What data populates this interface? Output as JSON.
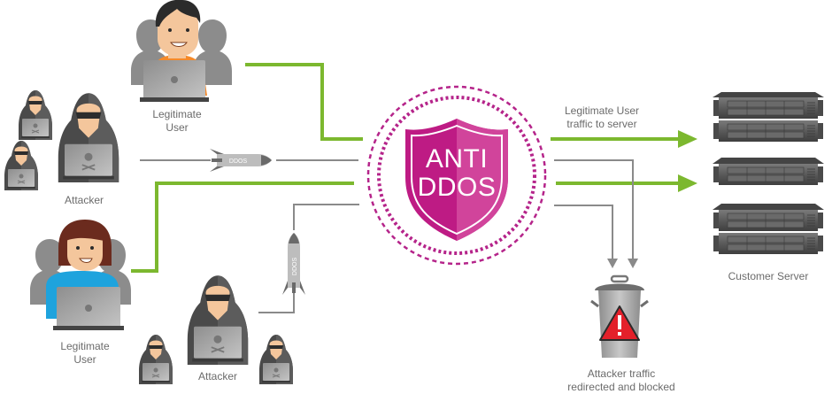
{
  "diagram": {
    "title": "Anti DDoS protection flow",
    "shield": {
      "line1": "ANTI",
      "line2": "DDOS"
    },
    "labels": {
      "legit_user_top": [
        "Legitimate",
        "User"
      ],
      "attacker_left": "Attacker",
      "legit_user_bottom": [
        "Legitimate",
        "User"
      ],
      "attacker_bottom": "Attacker",
      "legit_traffic": [
        "Legitimate User",
        "traffic to server"
      ],
      "blocked_traffic": [
        "Attacker traffic",
        "redirected and blocked"
      ],
      "server": "Customer Server"
    },
    "missile_text": "DDOS",
    "icons": {
      "shield": "shield-icon",
      "warning": "warning-triangle-icon",
      "trash": "trash-can-icon",
      "server": "server-rack-icon",
      "missile": "ddos-missile-icon",
      "user": "legitimate-user-icon",
      "attacker": "hooded-attacker-icon"
    },
    "colors": {
      "legit_line": "#7cb82f",
      "attack_line": "#8a8a8a",
      "shield_dark": "#be1b84",
      "shield_light": "#d1449b",
      "ring": "#b5248a",
      "warning_red": "#e3202a",
      "label_text": "#6b6b6b"
    }
  }
}
